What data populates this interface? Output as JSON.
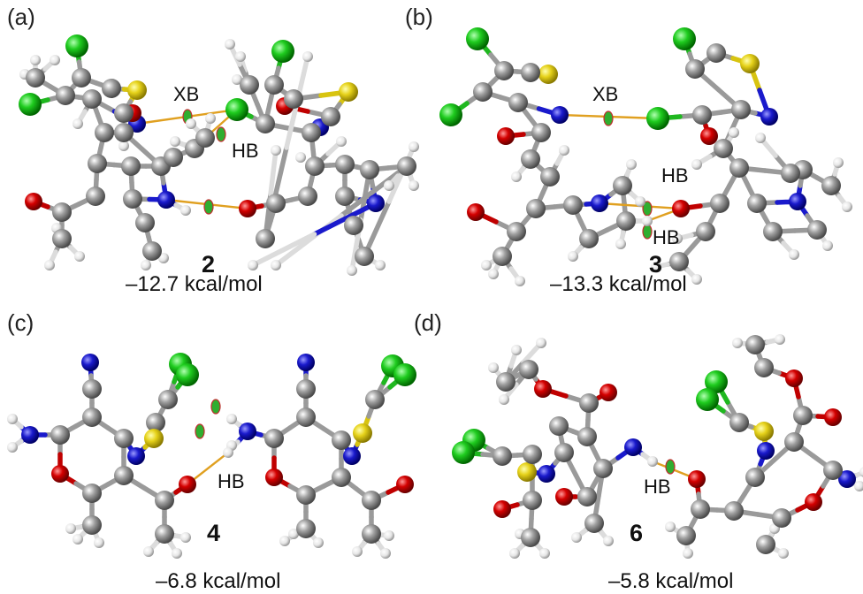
{
  "panels": [
    {
      "letter": "(a)",
      "compound": "2",
      "energy": "–12.7 kcal/mol",
      "interactions": [
        "XB",
        "HB"
      ]
    },
    {
      "letter": "(b)",
      "compound": "3",
      "energy": "–13.3 kcal/mol",
      "interactions": [
        "XB",
        "HB",
        "HB"
      ]
    },
    {
      "letter": "(c)",
      "compound": "4",
      "energy": "–6.8 kcal/mol",
      "interactions": [
        "HB"
      ]
    },
    {
      "letter": "(d)",
      "compound": "6",
      "energy": "–5.8 kcal/mol",
      "interactions": [
        "HB"
      ]
    }
  ],
  "colors": {
    "carbon": "#8a8a8a",
    "hydrogen": "#f2f2f2",
    "oxygen": "#d40000",
    "nitrogen": "#1a1acc",
    "sulfur": "#e6d21a",
    "chlorine": "#1fcc1f",
    "contact": "#e0a020"
  }
}
